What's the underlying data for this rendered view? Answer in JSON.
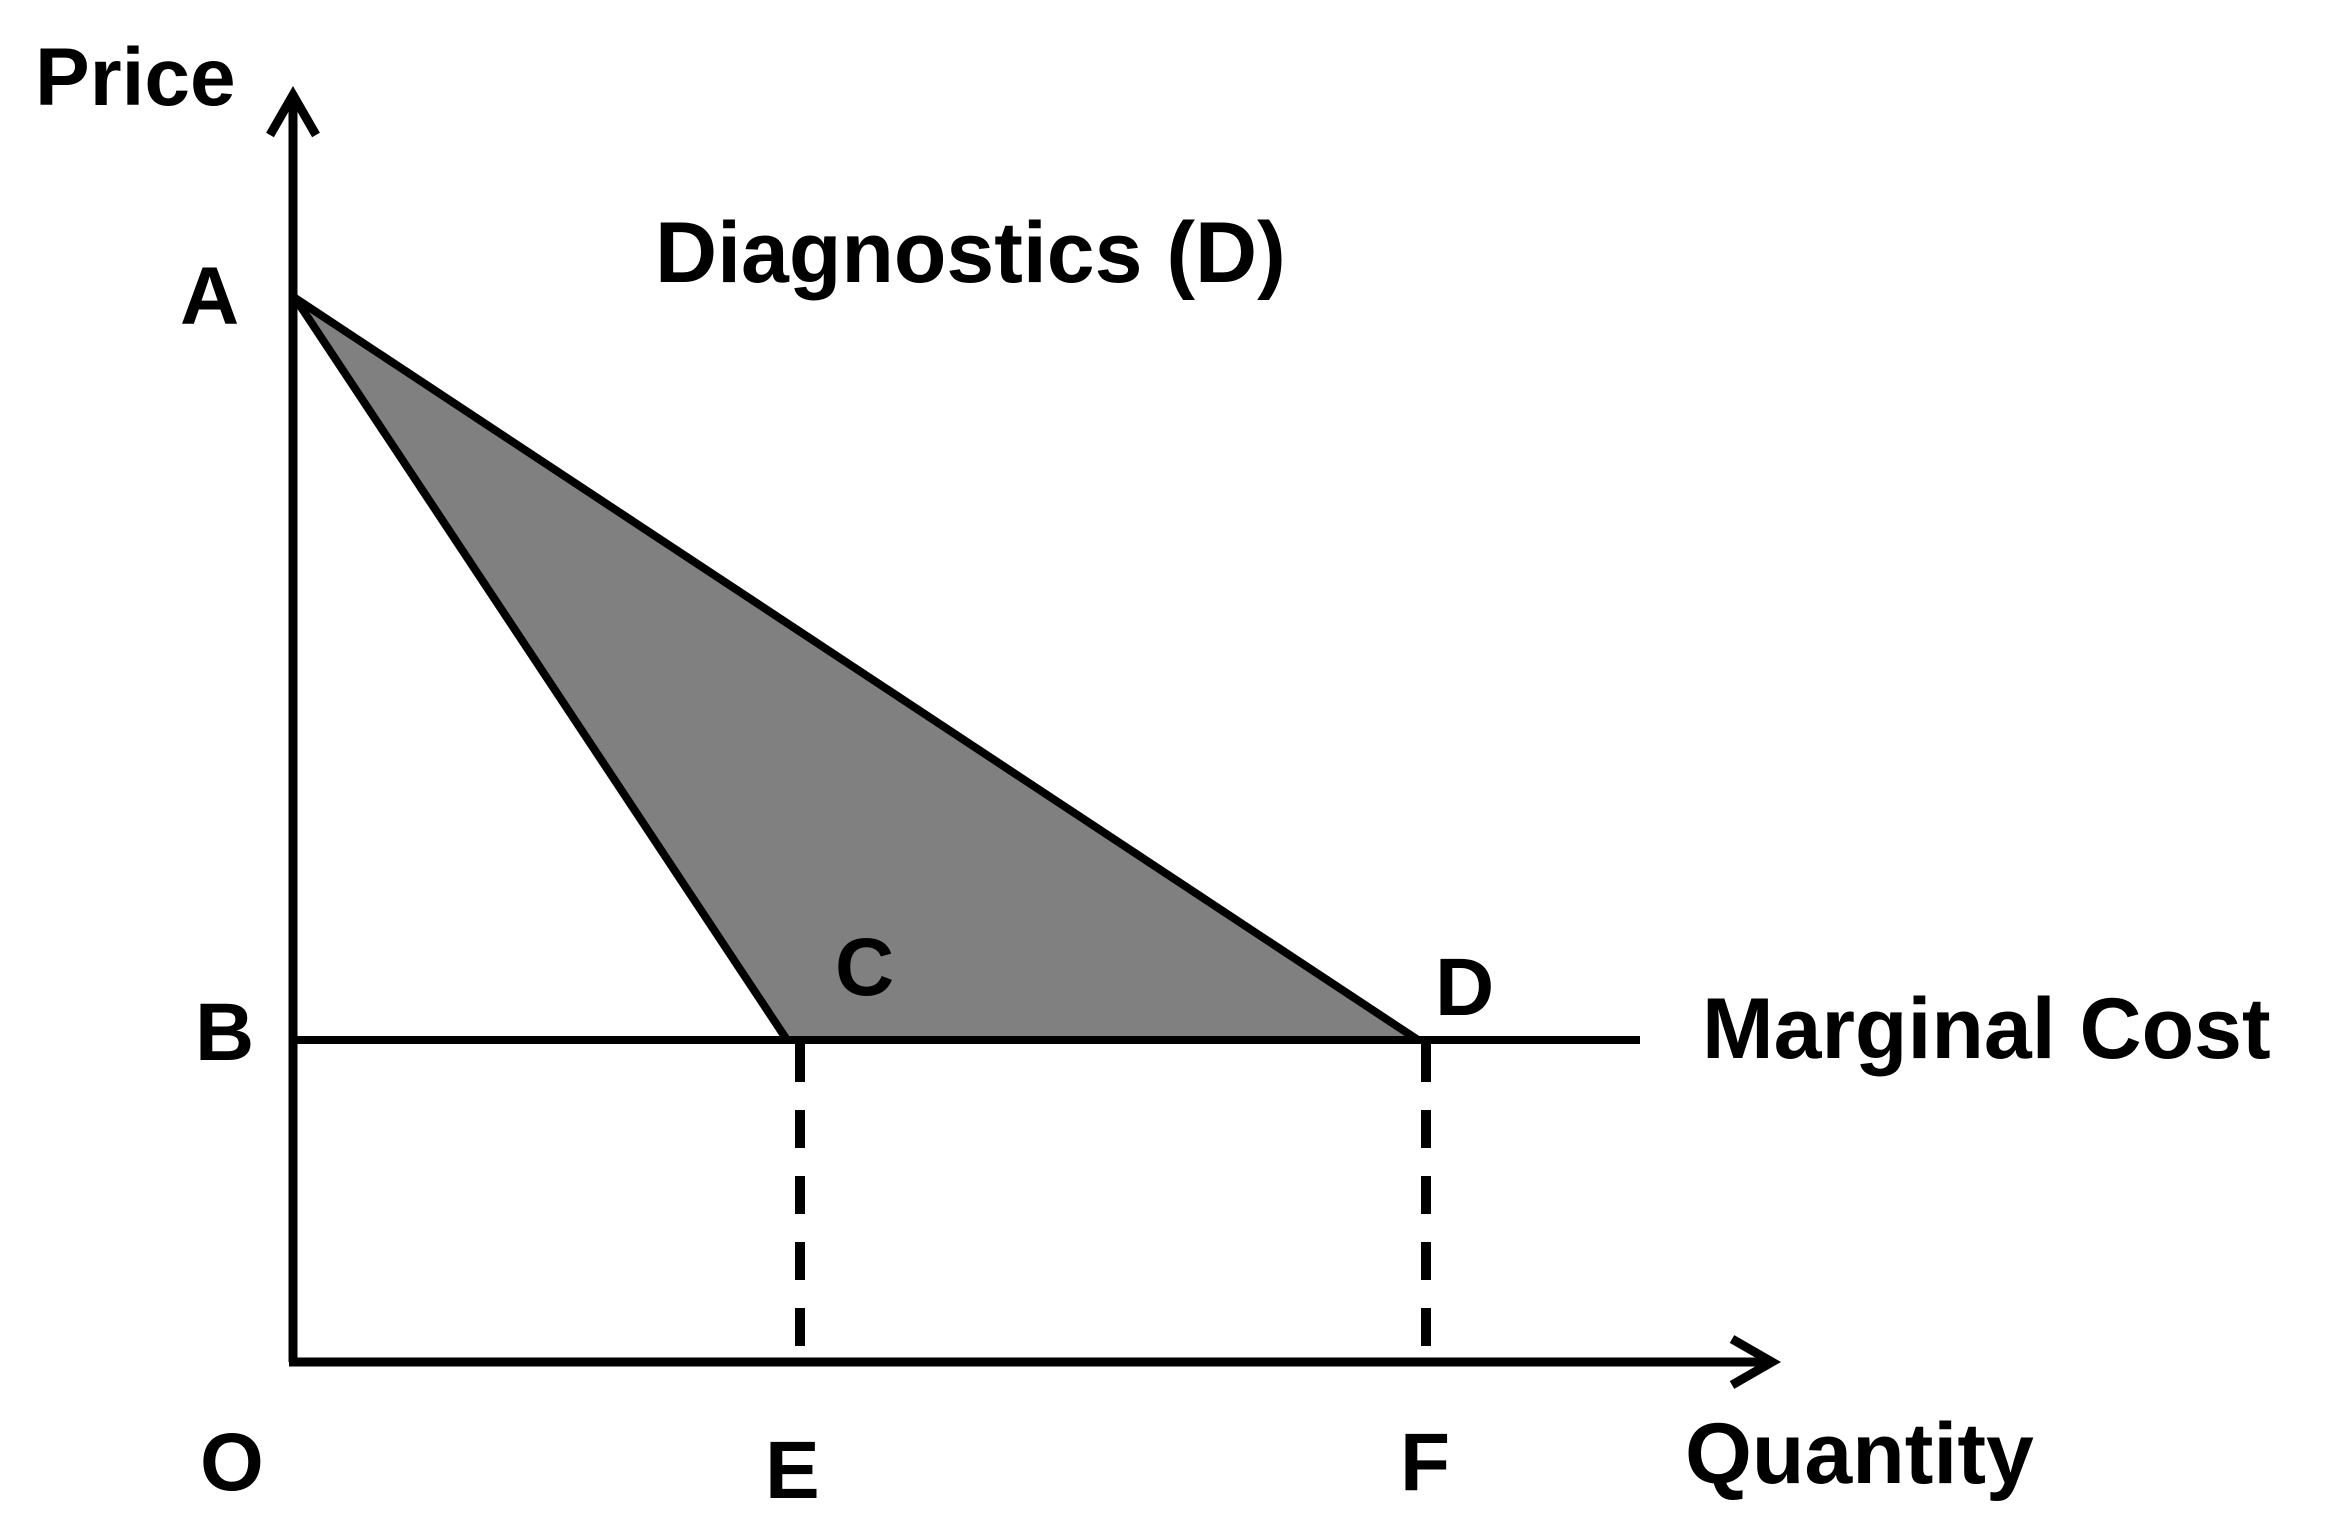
{
  "axes": {
    "y_label": "Price",
    "x_label": "Quantity",
    "origin_label": "O"
  },
  "title": "Diagnostics (D)",
  "points": {
    "a": "A",
    "b": "B",
    "c": "C",
    "d": "D",
    "e": "E",
    "f": "F"
  },
  "curves": {
    "marginal_cost_label": "Marginal Cost"
  },
  "colors": {
    "line": "#000000",
    "shaded_region": "#808080",
    "background": "#ffffff"
  }
}
